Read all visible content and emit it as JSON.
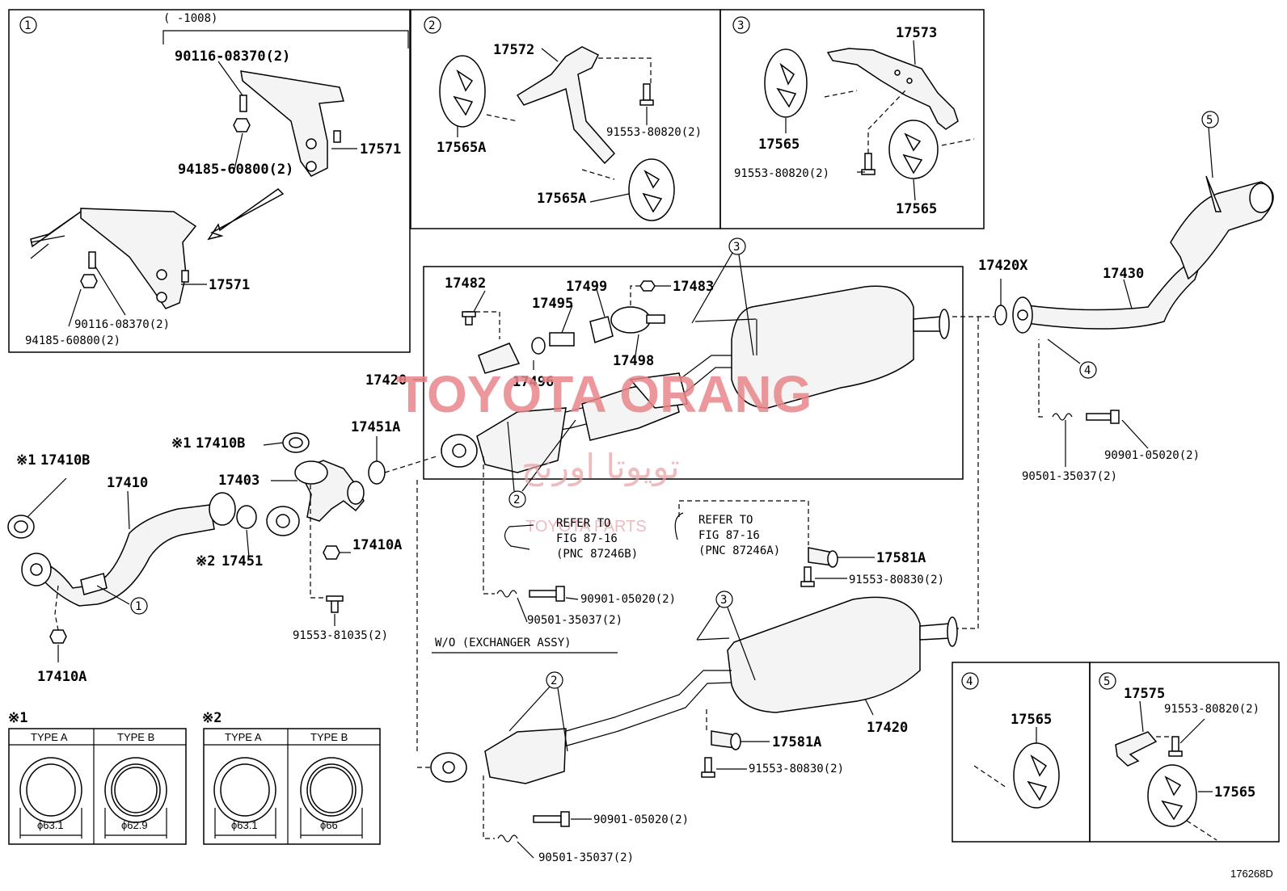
{
  "diagram_id": "176268D",
  "variant_note": "W/O (EXCHANGER ASSY)",
  "date_range": "(   -1008)",
  "refer_a": {
    "l1": "REFER TO",
    "l2": "FIG 87-16",
    "l3": "(PNC 87246B)"
  },
  "refer_b": {
    "l1": "REFER TO",
    "l2": "FIG 87-16",
    "l3": "(PNC 87246A)"
  },
  "watermark": {
    "main": "TOYOTA ORANG",
    "arabic": "تويوتا اورنج",
    "sub": "TOYOTA PARTS"
  },
  "callouts": {
    "c1": "1",
    "c2": "2",
    "c3": "3",
    "c4": "4",
    "c5": "5"
  },
  "refs": {
    "r1": "※1",
    "r2": "※2"
  },
  "parts": {
    "p90116_top": "90116-08370(2)",
    "p94185_top": "94185-60800(2)",
    "p17571_top": "17571",
    "p17571_bot": "17571",
    "p90116_bot": "90116-08370(2)",
    "p94185_bot": "94185-60800(2)",
    "p17572": "17572",
    "p17565A_a": "17565A",
    "p91553_80820_b2": "91553-80820(2)",
    "p17565A_b": "17565A",
    "p17573": "17573",
    "p17565_b3a": "17565",
    "p91553_80820_b3": "91553-80820(2)",
    "p17565_b3b": "17565",
    "p17482": "17482",
    "p17499": "17499",
    "p17483": "17483",
    "p17495": "17495",
    "p17498": "17498",
    "p17496": "17496",
    "p17420_top": "17420",
    "p17420X": "17420X",
    "p17430": "17430",
    "p90901_right": "90901-05020(2)",
    "p90501_right": "90501-35037(2)",
    "p17410B_left": "17410B",
    "p17410": "17410",
    "p17410B_mid": "17410B",
    "p17451A": "17451A",
    "p17403": "17403",
    "p17451": "17451",
    "p17410A_mid": "17410A",
    "p17410A_bot": "17410A",
    "p91553_81035": "91553-81035(2)",
    "p90901_mid": "90901-05020(2)",
    "p90501_mid": "90501-35037(2)",
    "p17581A_top": "17581A",
    "p91553_80830_top": "91553-80830(2)",
    "p17581A_bot": "17581A",
    "p91553_80830_bot": "91553-80830(2)",
    "p17420_bot": "17420",
    "p90901_bot": "90901-05020(2)",
    "p90501_bot": "90501-35037(2)",
    "p17565_b4": "17565",
    "p17575": "17575",
    "p91553_80820_b5": "91553-80820(2)",
    "p17565_b5": "17565"
  },
  "gaskets": {
    "ref1": {
      "type_a": "TYPE A",
      "type_b": "TYPE B",
      "dia_a": "ϕ63.1",
      "dia_b": "ϕ62.9"
    },
    "ref2": {
      "type_a": "TYPE A",
      "type_b": "TYPE B",
      "dia_a": "ϕ63.1",
      "dia_b": "ϕ66"
    }
  }
}
